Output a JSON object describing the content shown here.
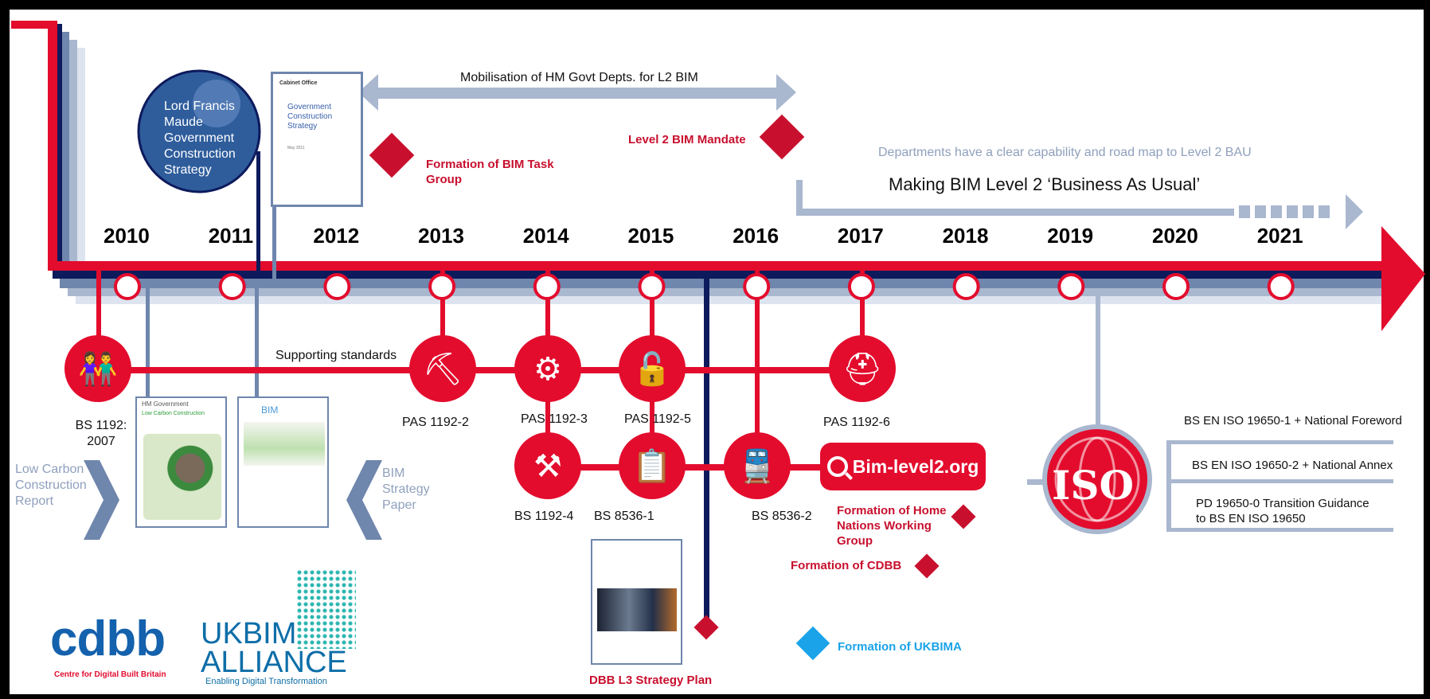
{
  "years": [
    "2010",
    "2011",
    "2012",
    "2013",
    "2014",
    "2015",
    "2016",
    "2017",
    "2018",
    "2019",
    "2020",
    "2021"
  ],
  "top": {
    "mobilisation": "Mobilisation of HM Govt Depts. for L2 BIM",
    "departments": "Departments have a clear capability and road map to Level 2 BAU",
    "bau": "Making BIM Level 2 ‘Business As Usual’",
    "maude": "Lord Francis Maude Government Construction Strategy",
    "gcs_logo": "Cabinet Office",
    "gcs_title": "Government Construction Strategy",
    "gcs_date": "May 2011"
  },
  "events": {
    "bim_task_group": "Formation of BIM Task Group",
    "l2_mandate": "Level 2 BIM Mandate",
    "home_nations": "Formation of Home Nations Working Group",
    "cdbb": "Formation of CDBB",
    "ukbima": "Formation of UKBIMA",
    "dbb_plan": "DBB L3 Strategy Plan"
  },
  "standards": {
    "bs1192": "BS 1192: 2007",
    "supporting": "Supporting standards",
    "pas2": "PAS 1192-2",
    "pas3": "PAS 1192-3",
    "pas5": "PAS 1192-5",
    "pas6": "PAS 1192-6",
    "bs4": "BS 1192-4",
    "bs85361": "BS 8536-1",
    "bs85362": "BS 8536-2",
    "bimlevel2": "Bim-level2.org",
    "iso": "ISO",
    "iso1": "BS EN ISO 19650-1 + National Foreword",
    "iso2": "BS EN ISO 19650-2 + National Annex",
    "iso3": "PD 19650-0 Transition Guidance to BS EN ISO 19650"
  },
  "docs": {
    "low_carbon": "Low Carbon Construction Report",
    "bim_strategy": "BIM Strategy Paper",
    "hmgov": "HM Government",
    "lcc_title": "Low Carbon Construction",
    "bim_logo": "BIM"
  },
  "logos": {
    "cdbb": "cdbb",
    "cdbb_sub": "Centre for Digital Built Britain",
    "ukbim1": "UKBIM",
    "ukbim2": "ALLIANCE",
    "ukbim_sub": "Enabling Digital Transformation"
  },
  "colors": {
    "red": "#e30c2d",
    "darkred": "#c8102e",
    "navy": "#0d1a5c",
    "slate": "#6f86ad",
    "grey": "#a9b7cf",
    "cyan": "#1aa3e8"
  }
}
